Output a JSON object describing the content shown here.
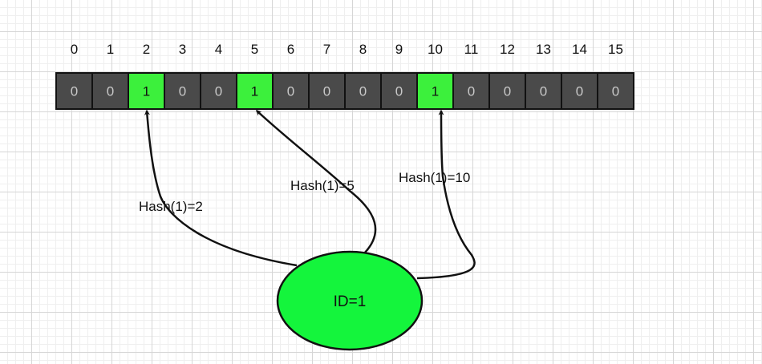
{
  "bit_array": {
    "indices": [
      "0",
      "1",
      "2",
      "3",
      "4",
      "5",
      "6",
      "7",
      "8",
      "9",
      "10",
      "11",
      "12",
      "13",
      "14",
      "15"
    ],
    "values": [
      "0",
      "0",
      "1",
      "0",
      "0",
      "1",
      "0",
      "0",
      "0",
      "0",
      "1",
      "0",
      "0",
      "0",
      "0",
      "0"
    ],
    "cell_color": "#4a4a4a",
    "set_color": "#3cf03c",
    "border_color": "#111111"
  },
  "node": {
    "label": "ID=1",
    "fill": "#14f53c"
  },
  "hashes": [
    {
      "label": "Hash(1)=2",
      "target": "2"
    },
    {
      "label": "Hash(1)=5",
      "target": "5"
    },
    {
      "label": "Hash(1)=10",
      "target": "10"
    }
  ]
}
